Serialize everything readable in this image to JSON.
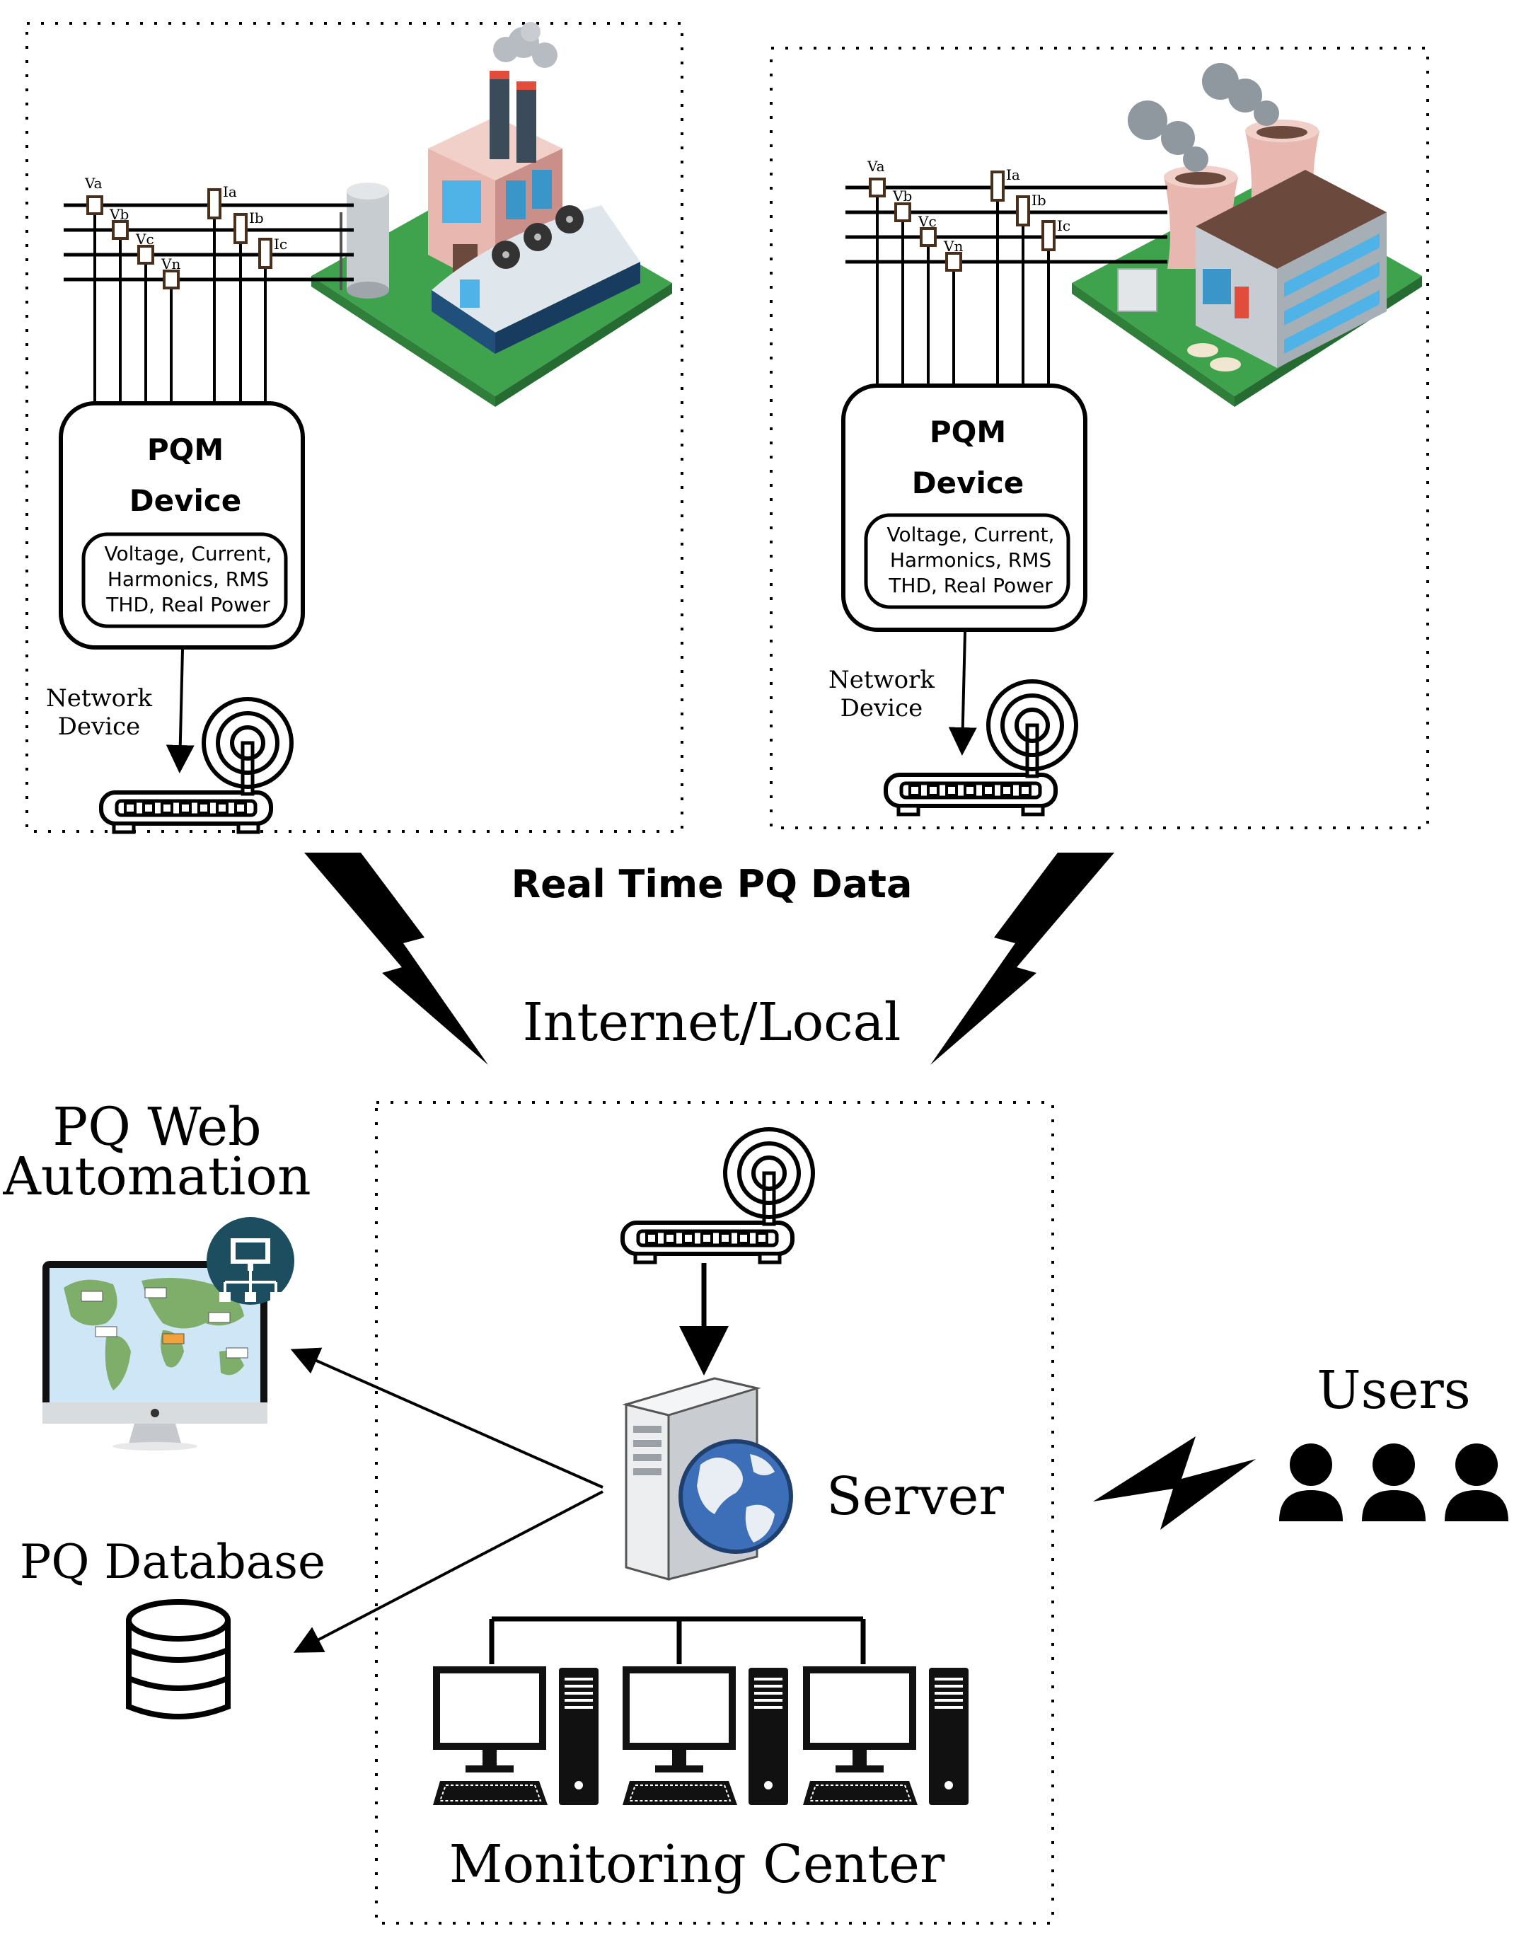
{
  "site_left": {
    "phase_labels": [
      "Va",
      "Vb",
      "Vc",
      "Vn"
    ],
    "current_labels": [
      "Ia",
      "Ib",
      "Ic"
    ],
    "device_title_line1": "PQM",
    "device_title_line2": "Device",
    "measures": [
      "Voltage, Current,",
      "Harmonics, RMS",
      "THD, Real Power"
    ],
    "network_label_line1": "Network",
    "network_label_line2": "Device"
  },
  "site_right": {
    "phase_labels": [
      "Va",
      "Vb",
      "Vc",
      "Vn"
    ],
    "current_labels": [
      "Ia",
      "Ib",
      "Ic"
    ],
    "device_title_line1": "PQM",
    "device_title_line2": "Device",
    "measures": [
      "Voltage, Current,",
      "Harmonics, RMS",
      "THD, Real Power"
    ],
    "network_label_line1": "Network",
    "network_label_line2": "Device"
  },
  "link_title": "Real Time PQ Data",
  "link_medium": "Internet/Local",
  "web_automation": {
    "line1": "PQ Web",
    "line2": "Automation"
  },
  "database_label": "PQ Database",
  "server_label": "Server",
  "monitoring_center_label": "Monitoring Center",
  "users_label": "Users",
  "colors": {
    "ground_green": "#3fa34d",
    "building_pink": "#e7b7b0",
    "window_blue": "#4fb3e8",
    "dark_blue": "#1f4f7a",
    "web_icon_teal": "#1d4e5f"
  }
}
